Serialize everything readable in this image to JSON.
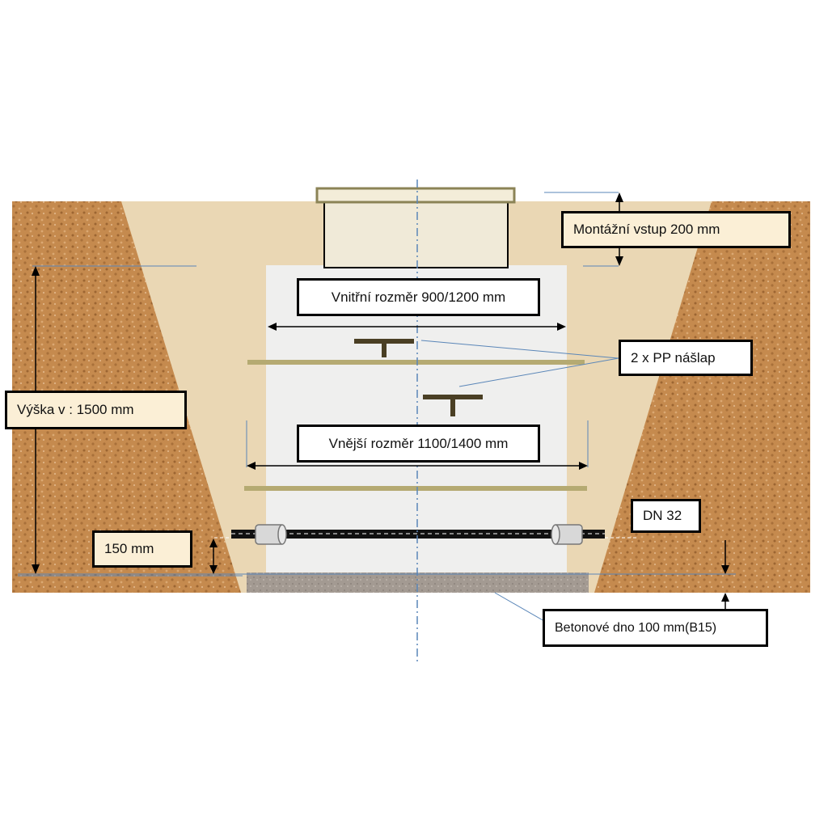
{
  "labels": {
    "montazni_vstup": "Montážní vstup   200 mm",
    "vnitrni_rozmer": "Vnitřní rozměr  900/1200 mm",
    "pp_naslap": "2 x PP nášlap",
    "vyska": "Výška  v : 1500 mm",
    "vnejsi_rozmer": "Vnější rozměr  1100/1400 mm",
    "dn32": "DN 32",
    "vyska_potrubi": "150 mm",
    "betonove_dno": "Betonové dno 100 mm(B15)"
  },
  "colors": {
    "soil": "#c58a4e",
    "soil_speckle": "#a8703a",
    "backfill": "#ead7b4",
    "shaft": "#efefee",
    "collar": "#f0ead8",
    "lid_border": "#8b8356",
    "step": "#4a3f24",
    "rung": "#b5aa72",
    "concrete": "#a39a92",
    "pipe": "#111111",
    "dim_line": "#5a86b8"
  }
}
